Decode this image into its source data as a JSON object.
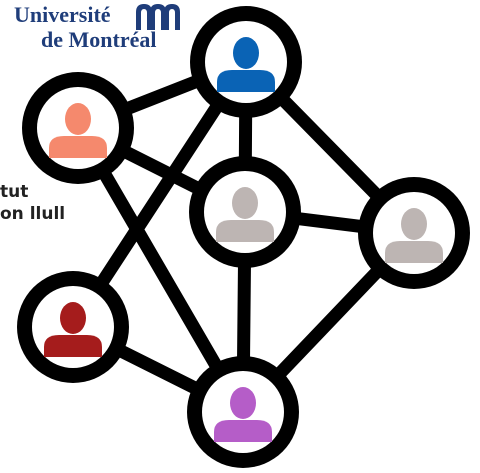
{
  "logo": {
    "line1": "Université",
    "line2": "de Montréal",
    "icon": "udem-arches-icon",
    "color": "#1f3d7a"
  },
  "side_text": {
    "line1": "tut",
    "line2": "on llull"
  },
  "network": {
    "edge_color": "#000000",
    "nodes": [
      {
        "id": "top",
        "icon": "person-icon",
        "color": "#0a63b5"
      },
      {
        "id": "upper-left",
        "icon": "person-icon",
        "color": "#f5896d"
      },
      {
        "id": "center",
        "icon": "person-icon",
        "color": "#bdb5b3"
      },
      {
        "id": "right",
        "icon": "person-icon",
        "color": "#bdb5b3"
      },
      {
        "id": "lower-left",
        "icon": "person-icon",
        "color": "#a51c1c"
      },
      {
        "id": "bottom",
        "icon": "person-icon",
        "color": "#b55dc8"
      }
    ],
    "edges": [
      [
        "top",
        "upper-left"
      ],
      [
        "top",
        "center"
      ],
      [
        "top",
        "right"
      ],
      [
        "top",
        "lower-left"
      ],
      [
        "upper-left",
        "center"
      ],
      [
        "upper-left",
        "bottom"
      ],
      [
        "center",
        "right"
      ],
      [
        "center",
        "bottom"
      ],
      [
        "right",
        "bottom"
      ],
      [
        "lower-left",
        "bottom"
      ]
    ]
  }
}
